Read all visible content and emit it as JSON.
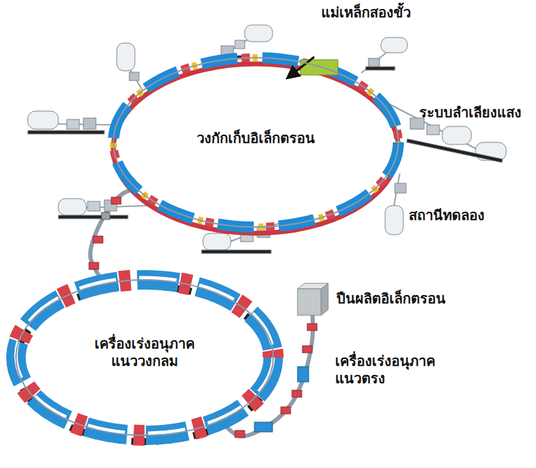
{
  "diagram": {
    "nodes": [
      {
        "text": [
          "วงกักเก็บอิเล็กตรอน"
        ]
      },
      {
        "text": [
          "ปืนผลิตอิเล็กตรอน"
        ]
      },
      {
        "text": [
          "เครื่องเร่งอนุภาค แนววงกลม"
        ]
      }
    ],
    "edges": [
      {
        "from": 1,
        "to": 2,
        "arrow": "none",
        "label": "เครื่องเร่งอนุภาค แนวตรง"
      },
      {
        "from": 2,
        "to": 0,
        "arrow": "none"
      }
    ],
    "labels": [
      "แม่เหล็กสองขั้ว",
      "ระบบลำเลียงแสง",
      "สถานีทดลอง"
    ]
  }
}
